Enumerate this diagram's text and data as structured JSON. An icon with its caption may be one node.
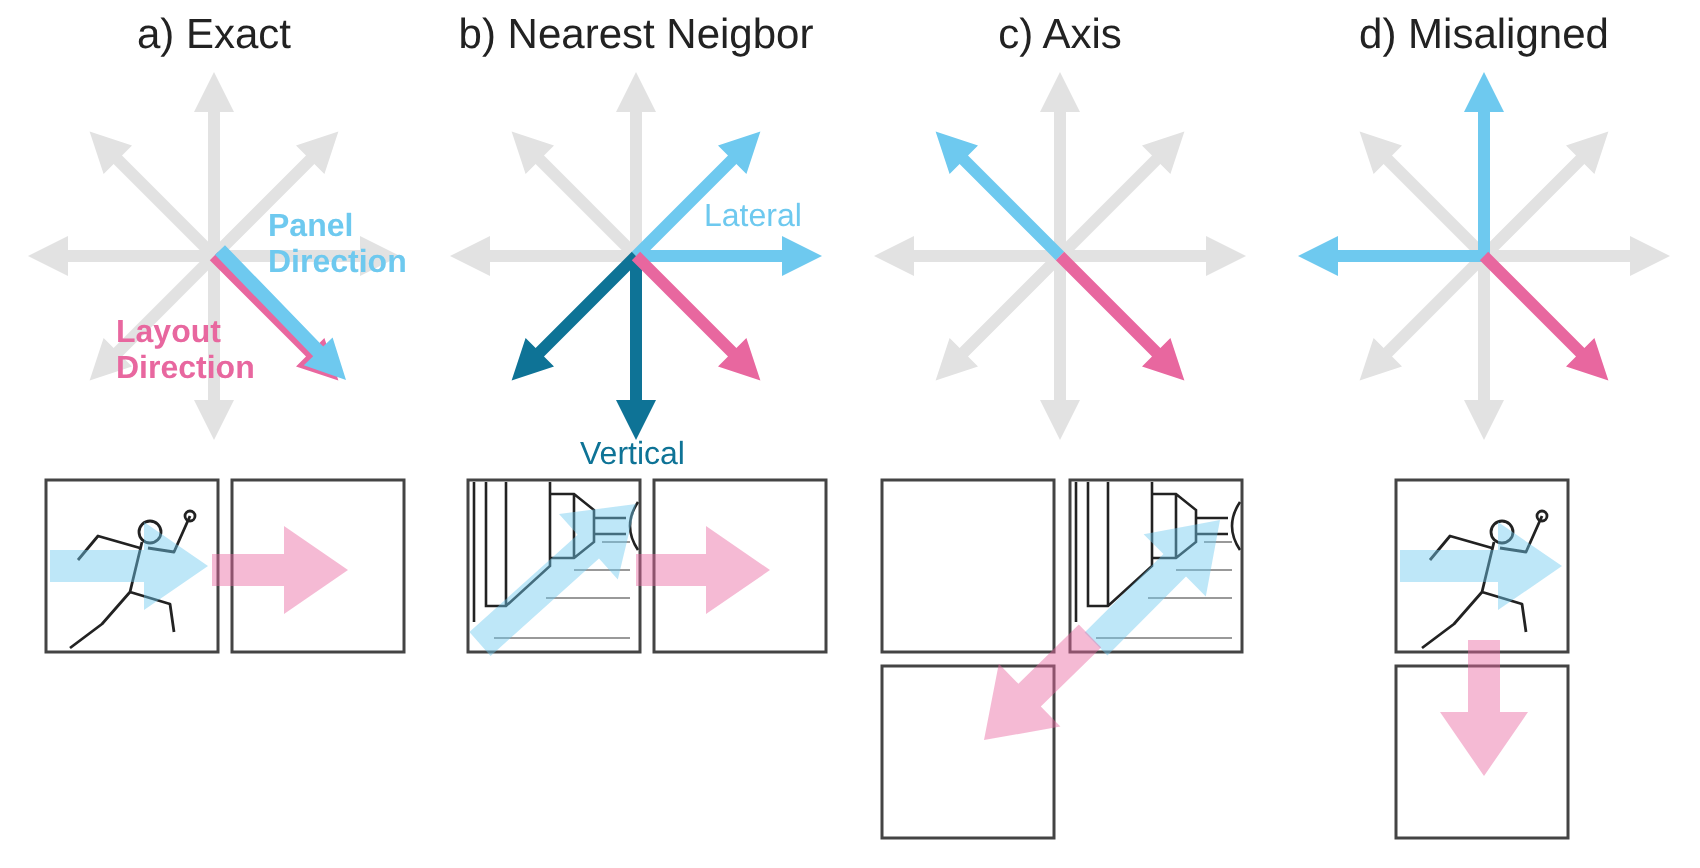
{
  "diagram": {
    "labels": [
      "a) Exact",
      "b) Nearest Neigbor",
      "c) Axis",
      "d) Misaligned",
      "Panel Direction",
      "Layout Direction",
      "Lateral",
      "Vertical"
    ]
  }
}
